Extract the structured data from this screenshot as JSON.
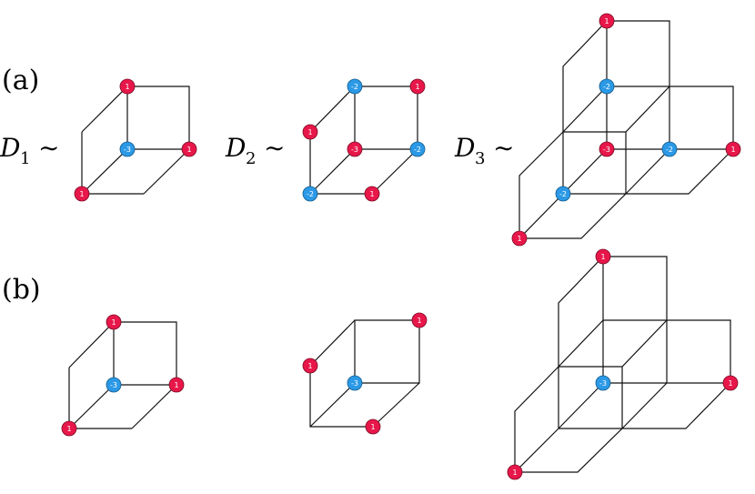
{
  "labels": {
    "a": "(a)",
    "b": "(b)",
    "d1": "D",
    "d1_sub": "1",
    "d2": "D",
    "d2_sub": "2",
    "d3": "D",
    "d3_sub": "3",
    "sim": "∼"
  },
  "colors": {
    "red": "#e8174a",
    "blue": "#2b99e6",
    "line": "#111111"
  },
  "node_values": {
    "one": "1",
    "minus_three": "-3",
    "minus_two": "-2"
  }
}
